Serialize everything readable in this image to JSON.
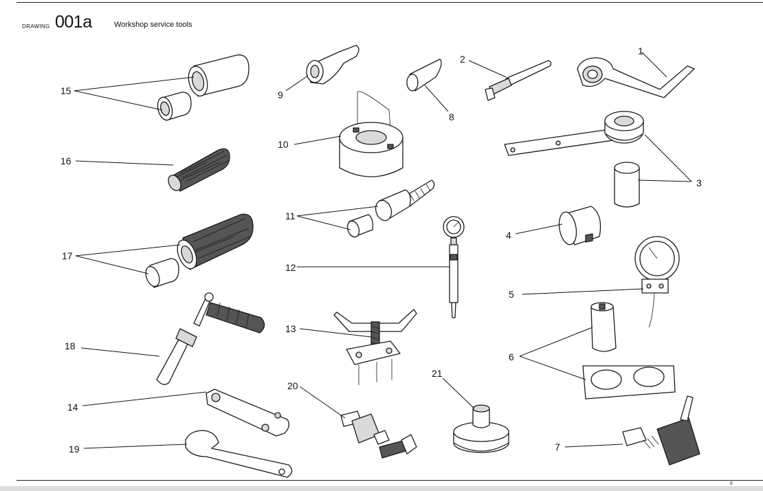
{
  "header": {
    "drawing_label": "DRAWING",
    "drawing_code": "001a",
    "title": "Workshop service tools"
  },
  "footer": {
    "page_marker": "6"
  },
  "callouts": {
    "c1": "1",
    "c2": "2",
    "c3": "3",
    "c4": "4",
    "c5": "5",
    "c6": "6",
    "c7": "7",
    "c8": "8",
    "c9": "9",
    "c10": "10",
    "c11": "11",
    "c12": "12",
    "c13": "13",
    "c14": "14",
    "c15": "15",
    "c16": "16",
    "c17": "17",
    "c18": "18",
    "c19": "19",
    "c20": "20",
    "c21": "21"
  }
}
